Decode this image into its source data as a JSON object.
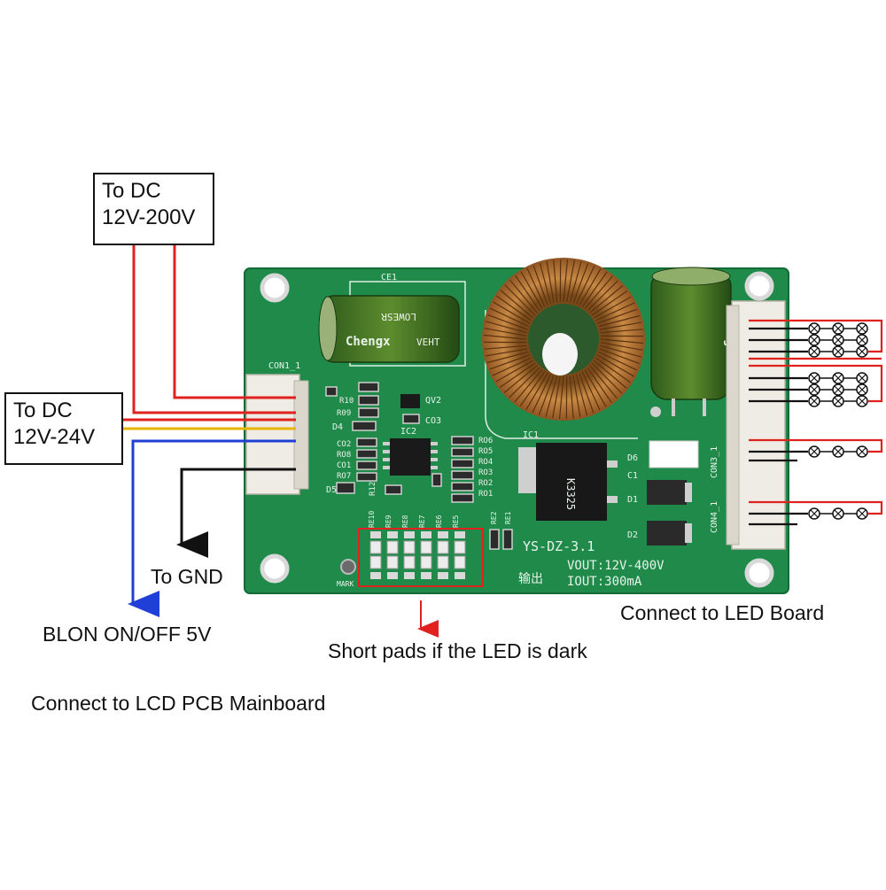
{
  "labels": {
    "dc_high_line1": "To DC",
    "dc_high_line2": "12V-200V",
    "dc_low_line1": "To DC",
    "dc_low_line2": "12V-24V",
    "gnd": "To GND",
    "blon": "BLON ON/OFF 5V",
    "short_pads": "Short pads if the LED is dark",
    "led_board": "Connect to LED Board",
    "lcd_mainboard": "Connect to LCD PCB Mainboard"
  },
  "board": {
    "model": "YS-DZ-3.1",
    "vout": "VOUT:12V-400V",
    "iout": "IOUT:300mA",
    "output_cn": "输出",
    "mark": "MARK",
    "con1": "CON1_1",
    "con3": "CON3_1",
    "con4": "CON4_1",
    "ce1": "CE1",
    "ic1": "IC1",
    "ic2": "IC2",
    "qv2": "QV2",
    "d4": "D4",
    "d5": "D5",
    "d6": "D6",
    "d1": "D1",
    "d2": "D2",
    "c1": "C1",
    "co3": "CO3",
    "mosfet": "K3325",
    "cap_brand": "Chengx",
    "cap_text1": "LOWESR",
    "cap_text2": "VEHT",
    "left_refs": [
      "R10",
      "R09",
      "CO2",
      "RO8",
      "CO1",
      "RO7"
    ],
    "right_refs": [
      "RO6",
      "RO5",
      "RO4",
      "RO3",
      "RO2",
      "RO1"
    ],
    "pad_refs": [
      "RE10",
      "RE9",
      "RE8",
      "RE7",
      "RE6",
      "RE5"
    ],
    "extra_refs": [
      "RE2",
      "RE1"
    ],
    "r12": "R12"
  },
  "colors": {
    "pcb": "#1f8a4a",
    "pcb_dark": "#15703a",
    "wire_red": "#e0221f",
    "wire_yellow": "#e7b400",
    "wire_blue": "#1f3fd6",
    "wire_black": "#111111",
    "highlight": "#e32020"
  }
}
